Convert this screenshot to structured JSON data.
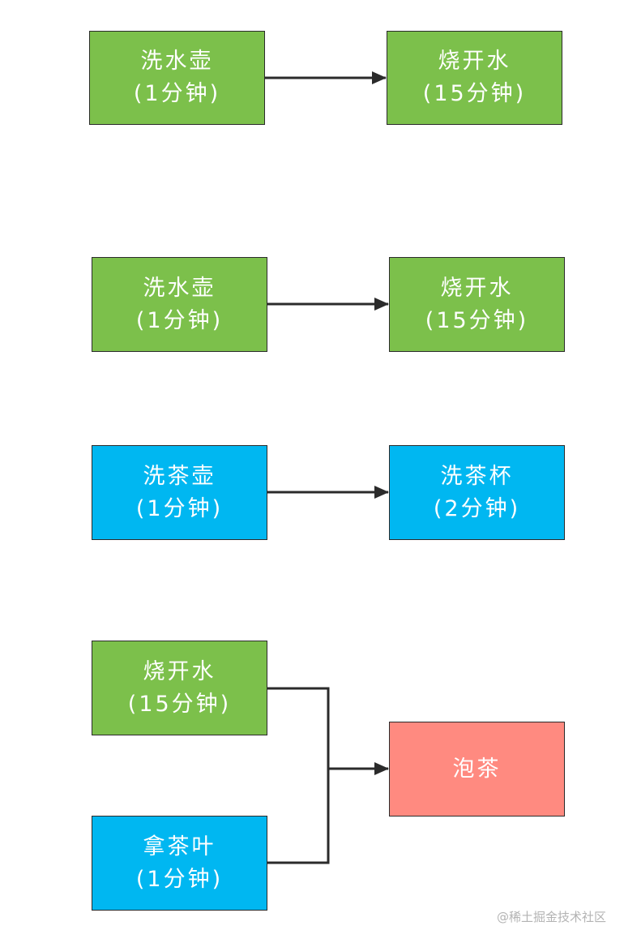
{
  "colors": {
    "green": "#7cc04b",
    "blue": "#00b7f1",
    "red": "#ff8a80",
    "line": "#2b2b2b"
  },
  "diagram1": {
    "wash_kettle": {
      "name": "洗水壶",
      "time": "(1分钟)"
    },
    "boil_water": {
      "name": "烧开水",
      "time": "(15分钟)"
    }
  },
  "diagram2": {
    "wash_kettle": {
      "name": "洗水壶",
      "time": "(1分钟)"
    },
    "boil_water": {
      "name": "烧开水",
      "time": "(15分钟)"
    },
    "wash_teapot": {
      "name": "洗茶壶",
      "time": "(1分钟)"
    },
    "wash_cups": {
      "name": "洗茶杯",
      "time": "(2分钟)"
    }
  },
  "diagram3": {
    "boil_water": {
      "name": "烧开水",
      "time": "(15分钟)"
    },
    "get_tea": {
      "name": "拿茶叶",
      "time": "(1分钟)"
    },
    "brew_tea": {
      "name": "泡茶"
    }
  },
  "watermark": "@稀土掘金技术社区"
}
